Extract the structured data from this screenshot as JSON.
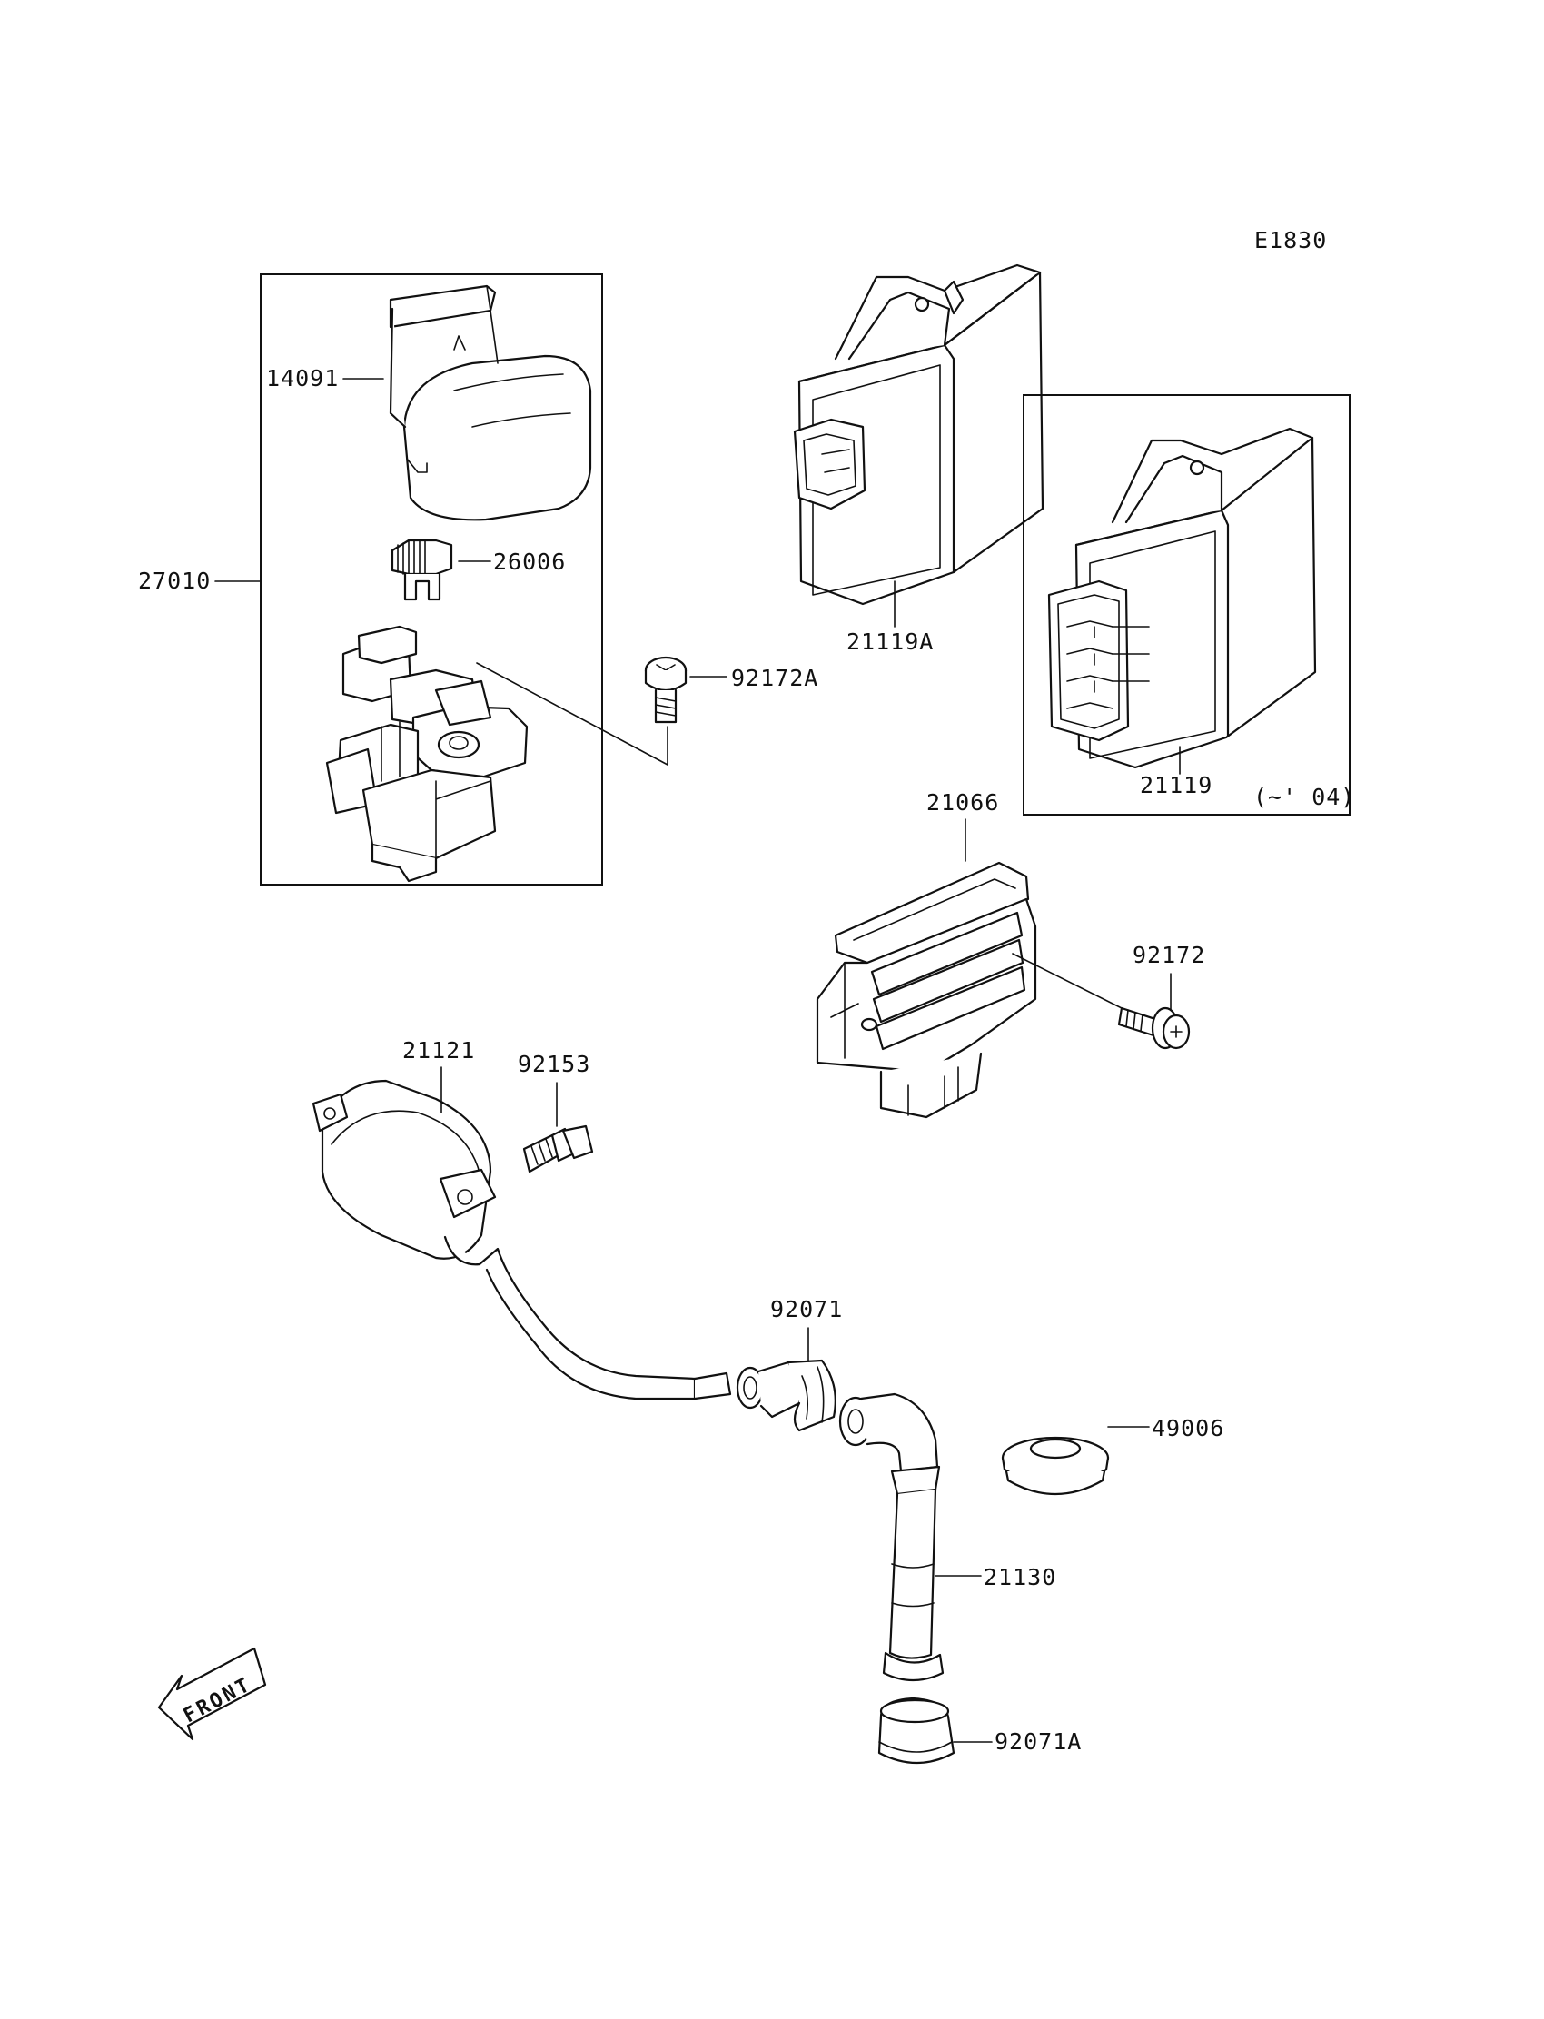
{
  "diagram_code": "E1830",
  "direction_label": "FRONT",
  "variant_note": "(~' 04)",
  "part_numbers": {
    "p14091": "14091",
    "p26006": "26006",
    "p27010": "27010",
    "p92172A": "92172A",
    "p21119A": "21119A",
    "p21119": "21119",
    "p21066": "21066",
    "p92172": "92172",
    "p21121": "21121",
    "p92153": "92153",
    "p92071": "92071",
    "p49006": "49006",
    "p21130": "21130",
    "p92071A": "92071A"
  }
}
